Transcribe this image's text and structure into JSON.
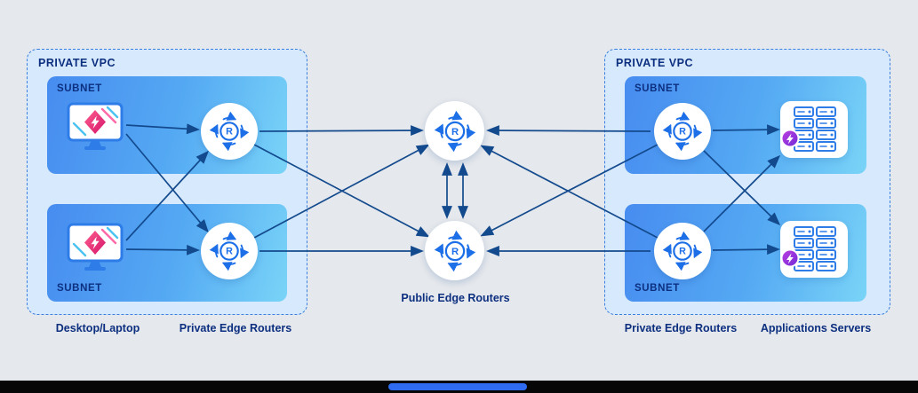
{
  "diagram": {
    "router_label": "R",
    "left_vpc": {
      "title": "PRIVATE VPC",
      "subnets": [
        "SUBNET",
        "SUBNET"
      ],
      "captions": {
        "desktops": "Desktop/Laptop",
        "routers": "Private Edge Routers"
      }
    },
    "center": {
      "caption": "Public Edge Routers"
    },
    "right_vpc": {
      "title": "PRIVATE VPC",
      "subnets": [
        "SUBNET",
        "SUBNET"
      ],
      "captions": {
        "routers": "Private Edge Routers",
        "servers": "Applications Servers"
      }
    },
    "icons": {
      "router": "router-icon",
      "desktop": "desktop-icon",
      "server": "application-server-icon",
      "lightning": "lightning-bolt-icon"
    },
    "colors": {
      "background": "#e5e8ec",
      "vpc_fill": "#d7e9fc",
      "vpc_border": "#3a7ede",
      "subnet_gradient_start": "#478cf0",
      "subnet_gradient_end": "#79d4f7",
      "arrow": "#134a8e",
      "label_navy": "#0d2f80",
      "router_blue": "#1d6fe8",
      "diamond_pink": "#e0246e",
      "badge_purple": "#8b2fd8",
      "taskbar": "#060606",
      "taskbar_accent": "#2e6bf0"
    }
  }
}
